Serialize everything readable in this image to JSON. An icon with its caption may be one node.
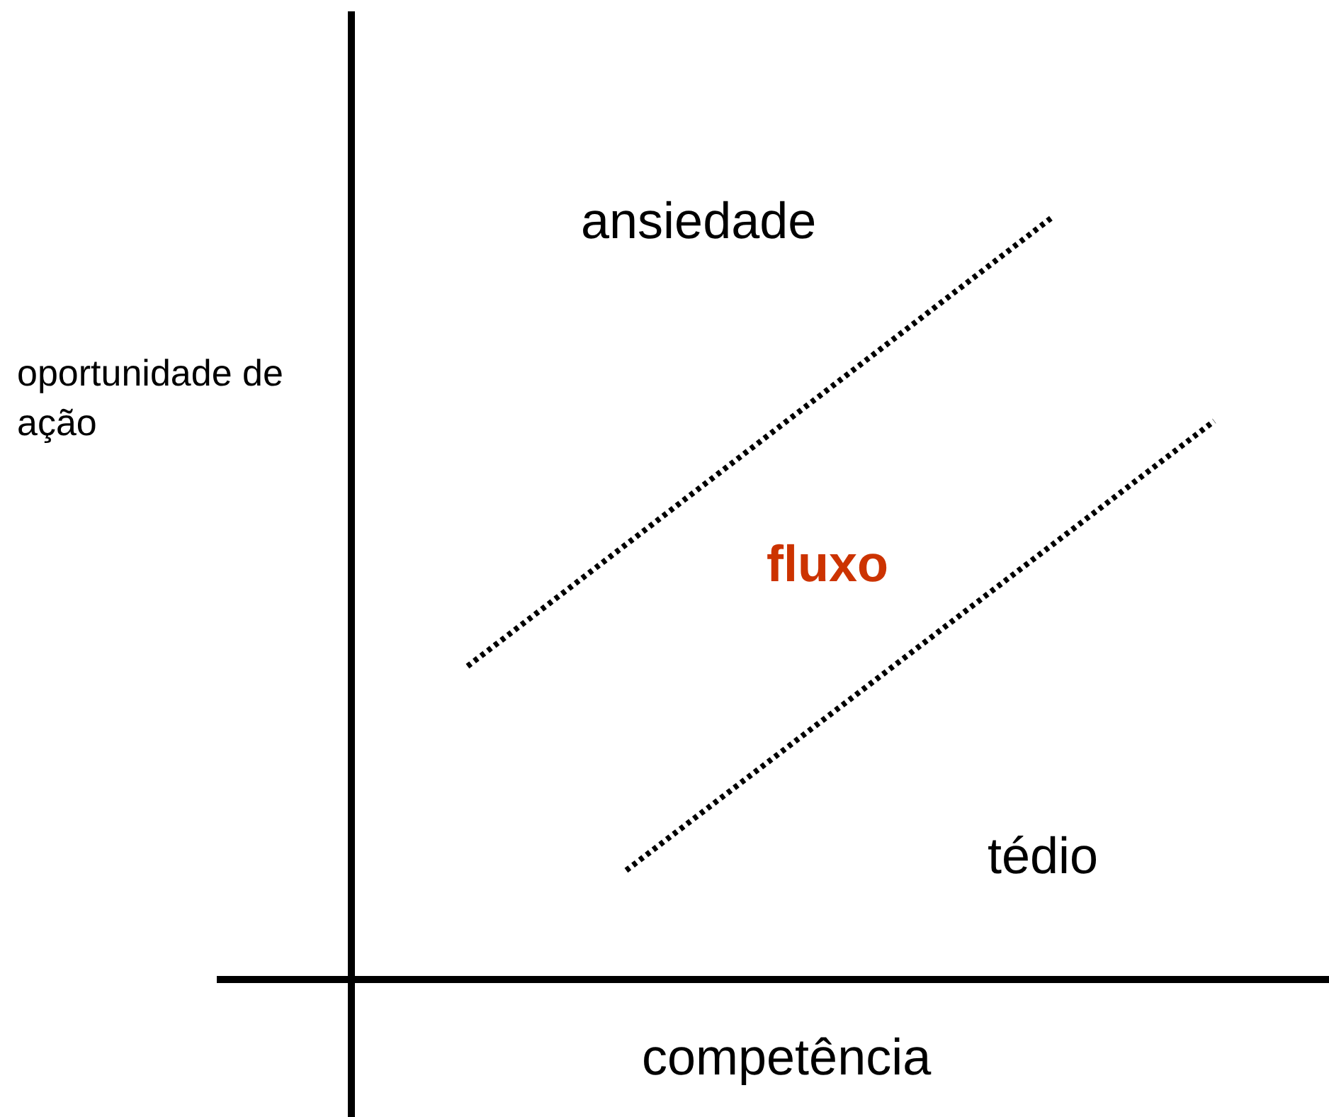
{
  "diagram": {
    "labels": [
      "ansiedade",
      "oportunidade de ação",
      "fluxo",
      "tédio",
      "competência"
    ]
  }
}
